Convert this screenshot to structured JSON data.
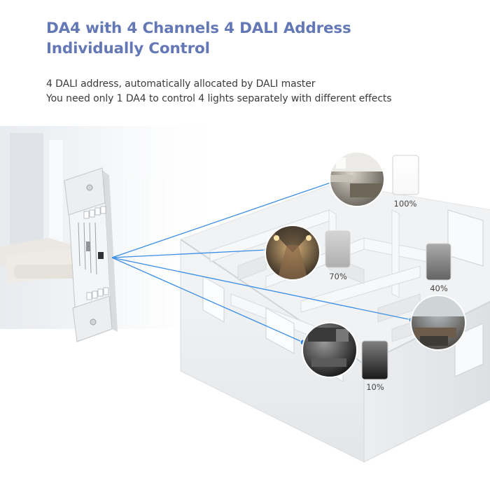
{
  "header": {
    "title_line1": "DA4 with 4 Channels 4 DALI Address",
    "title_line2": "Individually Control",
    "subtitle_line1": "4 DALI address, automatically allocated by DALI master",
    "subtitle_line2": "You need only 1 DA4 to control 4 lights separately with different effects"
  },
  "colors": {
    "title": "#6478b6",
    "wire": "#3a8ee6",
    "dot": "#2f83e0"
  },
  "channels": [
    {
      "label": "100%",
      "level": 1.0
    },
    {
      "label": "70%",
      "level": 0.7
    },
    {
      "label": "40%",
      "level": 0.4
    },
    {
      "label": "10%",
      "level": 0.1
    }
  ]
}
